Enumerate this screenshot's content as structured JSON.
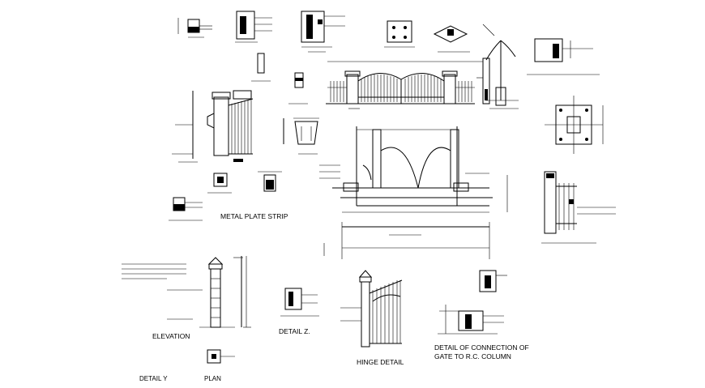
{
  "labels": {
    "metal_plate_strip": "METAL PLATE STRIP",
    "elevation": "ELEVATION",
    "detail_z": "DETAIL Z.",
    "hinge_detail": "HINGE DETAIL",
    "detail_connection_line1": "DETAIL OF CONNECTION OF",
    "detail_connection_line2": "GATE TO R.C. COLUMN",
    "detail_y": "DETAIL Y",
    "plan": "PLAN"
  }
}
